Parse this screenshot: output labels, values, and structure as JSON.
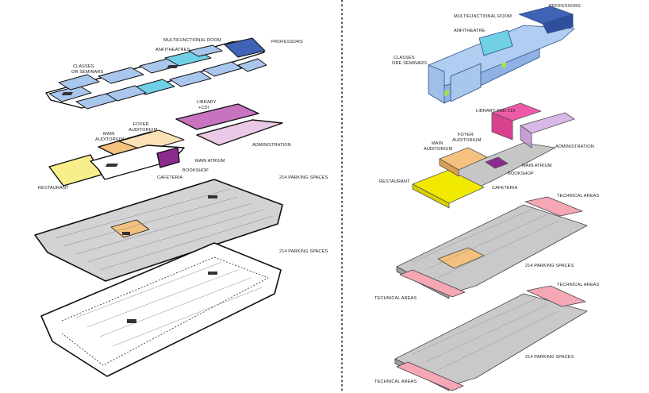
{
  "colors": {
    "classes_blue": "#a9c6ec",
    "anfi_cyan": "#6fd0e6",
    "professors_blue": "#3f63b5",
    "admin_purple": "#c873bf",
    "admin_light": "#e9c9e6",
    "bookshop_purple": "#8e2b8e",
    "auditorium_orange": "#f4c27e",
    "restaurant_yellow": "#f8ef8c",
    "restaurant_yellow_3d": "#f1ea00",
    "library_pink": "#ee5aa8",
    "admin_lilac": "#d8b8e6",
    "parking_gray": "#cfcfcf",
    "technical_pink": "#f5a7b6"
  },
  "left_diagram": {
    "labels": {
      "multifunctional_room": "MULTIFUNCTIONAL ROOM",
      "professors": "PROFESSORS",
      "anfitheatres": "ANFITHEATRES",
      "classes_line1": "CLASSES",
      "classes_line2": "OR SEMINARS",
      "library_line1": "LIBRARY",
      "library_line2": "+CDI",
      "foyer_line1": "FOYER",
      "foyer_line2": "AUDITORIUM",
      "main_aud_line1": "MAIN",
      "main_aud_line2": "AUDITORIUM",
      "administration": "ADMINISTRATION",
      "main_atrium": "MAIN ATRIUM",
      "bookshop": "BOOKSHOP",
      "restaurant": "RESTAURANT",
      "cafeteria": "CAFETERIA",
      "parking_1": "214 PARKING SPACES",
      "parking_2": "214 PARKING SPACES"
    }
  },
  "right_diagram": {
    "labels": {
      "professors": "PROFESSORS",
      "multifunctional_room": "MULTIFUNCTIONAL ROOM",
      "anfitheatre": "ANFITHEATRE",
      "classes_line1": "CLASSES",
      "classes_line2": "ORE SEMINARS",
      "library": "LIBRARY AND CDI",
      "foyer_line1": "FOYER",
      "foyer_line2": "AUDITORIUM",
      "main_aud_line1": "MAIN",
      "main_aud_line2": "AUDITORIUM",
      "administration": "ADMINISTRATION",
      "main_atrium": "MAIN ATRIUM",
      "bookshop": "BOOKSHOP",
      "restaurant": "RESTAURANT",
      "cafeteria": "CAFETERIA",
      "technical_1": "TECHNICAL AREAS",
      "parking_1": "214 PARKING SPACES",
      "technical_2": "TECHNICAL AREAS",
      "technical_3": "TECHNICAL AREAS",
      "parking_2": "214 PARKING SPACES",
      "technical_4": "TECHNICAL AREAS"
    }
  }
}
